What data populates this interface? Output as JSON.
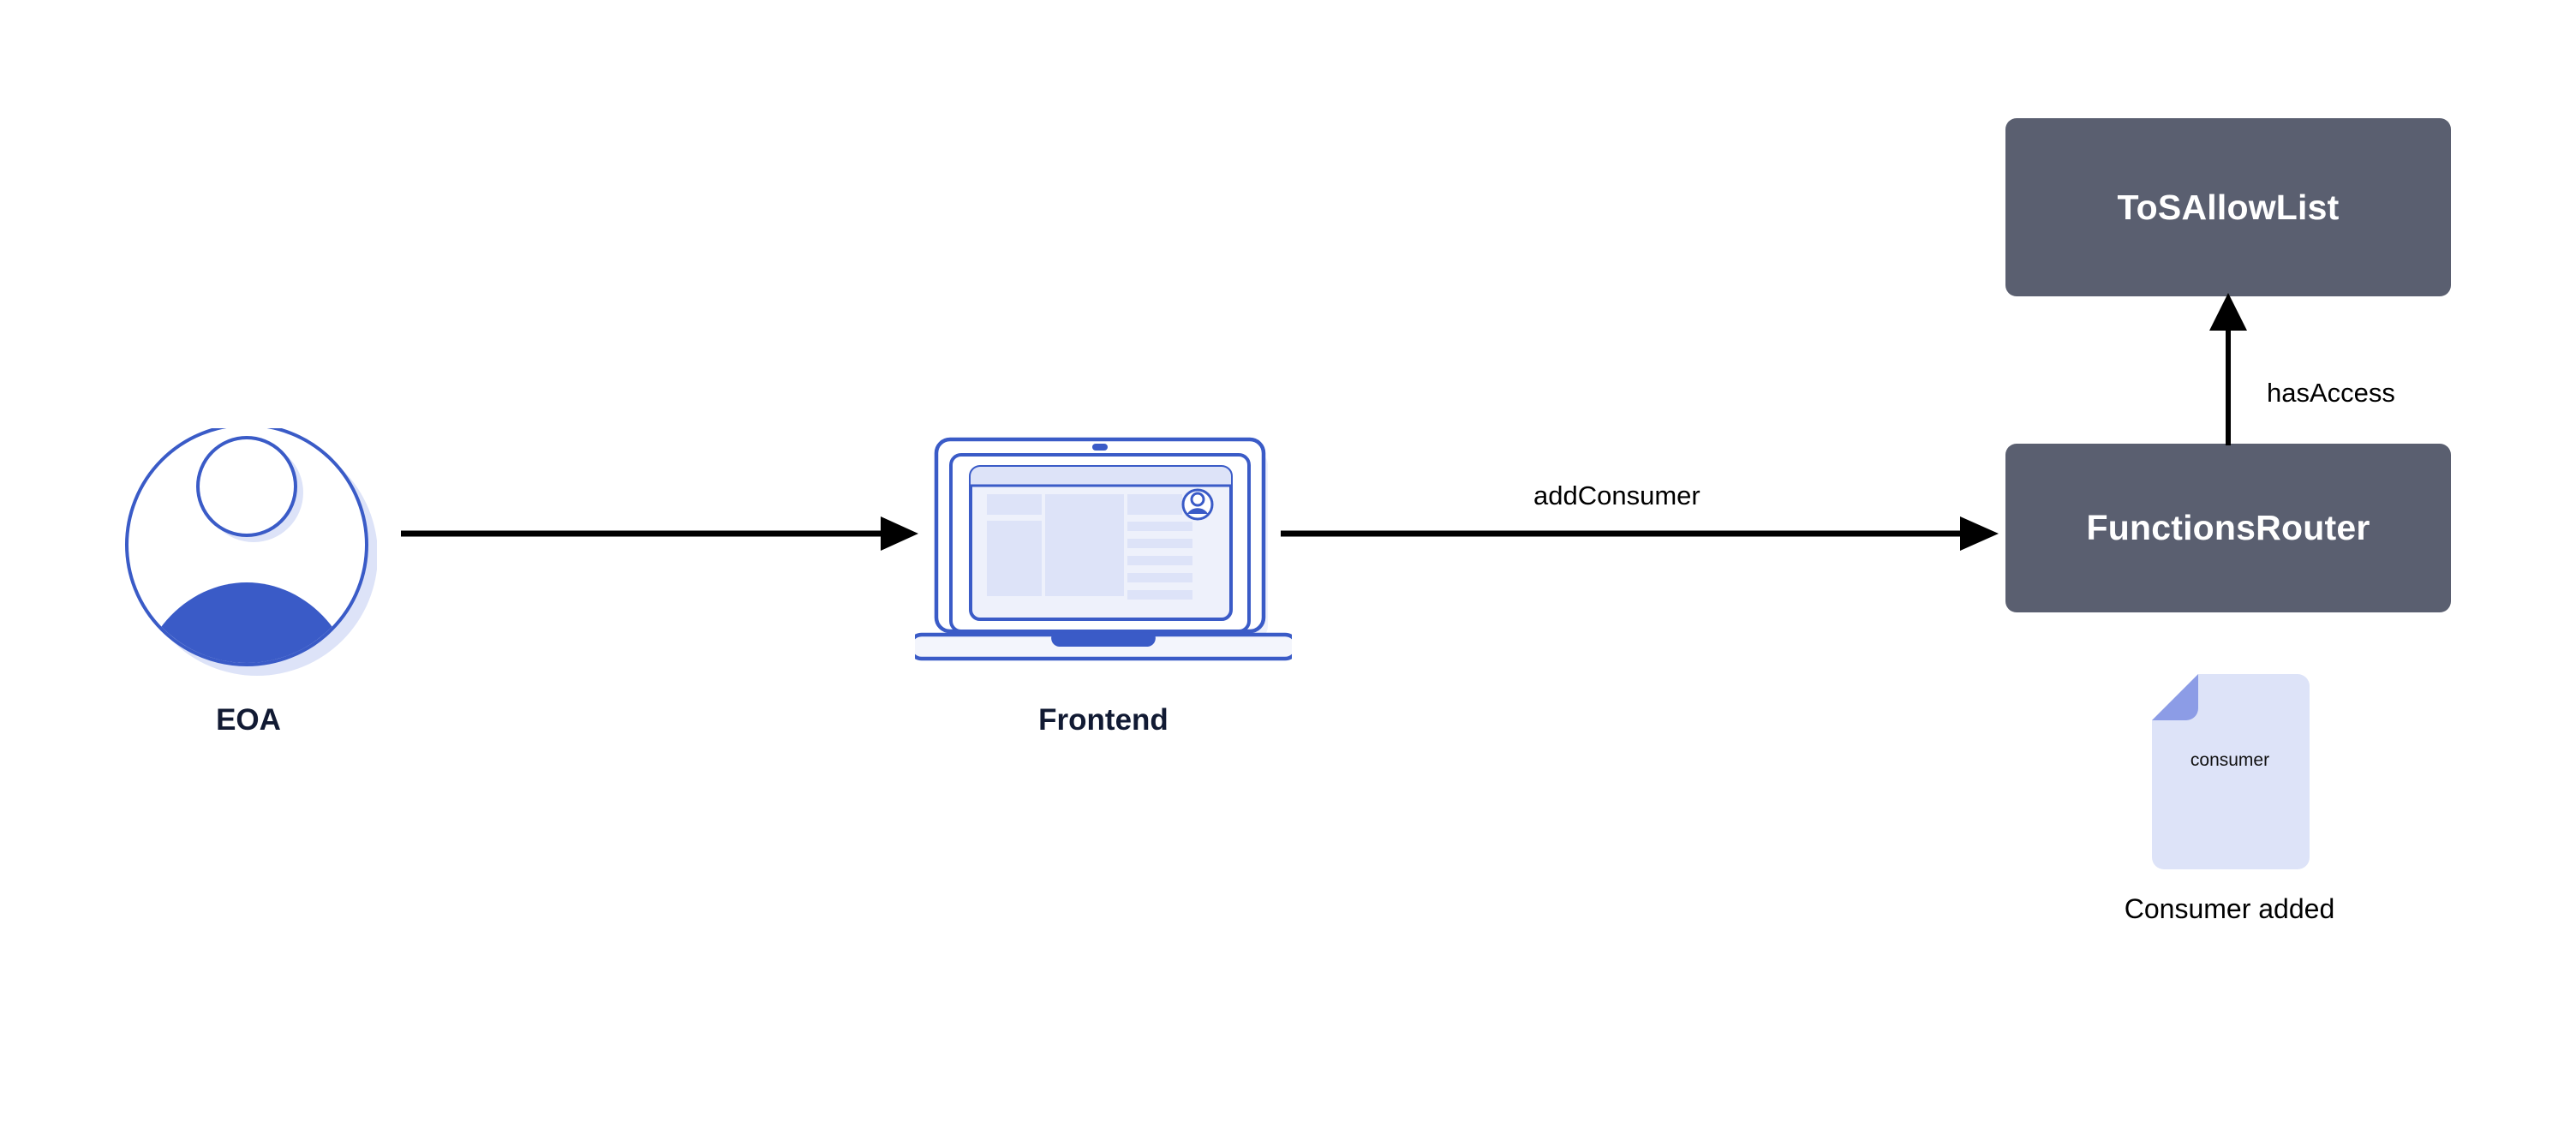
{
  "diagram": {
    "title": "",
    "background_color": "#ffffff",
    "nodes": [
      {
        "id": "eoa",
        "kind": "actor",
        "label": "EOA",
        "icon": "user-avatar-icon",
        "label_color": "#111a33"
      },
      {
        "id": "frontend",
        "kind": "client",
        "label": "Frontend",
        "icon": "laptop-icon",
        "label_color": "#111a33"
      },
      {
        "id": "tosallowlist",
        "kind": "contract",
        "label": "ToSAllowList",
        "fill_color": "#5a5f70",
        "text_color": "#ffffff"
      },
      {
        "id": "functionsrouter",
        "kind": "contract",
        "label": "FunctionsRouter",
        "fill_color": "#5a5f70",
        "text_color": "#ffffff"
      }
    ],
    "edges": [
      {
        "id": "eoa-to-frontend",
        "from": "eoa",
        "to": "frontend",
        "label": "",
        "color": "#000000",
        "direction": "right"
      },
      {
        "id": "frontend-to-router",
        "from": "frontend",
        "to": "functionsrouter",
        "label": "addConsumer",
        "color": "#000000",
        "direction": "right"
      },
      {
        "id": "router-to-tosallowlist",
        "from": "functionsrouter",
        "to": "tosallowlist",
        "label": "hasAccess",
        "color": "#000000",
        "direction": "up"
      }
    ],
    "artifacts": [
      {
        "id": "consumer-doc",
        "icon": "document-icon",
        "inner_text": "consumer",
        "caption": "Consumer added",
        "fill_color": "#dde3f8",
        "fold_color": "#8c9ce6",
        "text_color": "#111111",
        "caption_color": "#000000"
      }
    ],
    "palette": {
      "accent_blue": "#3a5bc7",
      "light_blue": "#dde3f8",
      "mid_blue": "#8c9ce6",
      "slate": "#5a5f70",
      "ink": "#111a33",
      "white": "#ffffff",
      "black": "#000000"
    }
  }
}
